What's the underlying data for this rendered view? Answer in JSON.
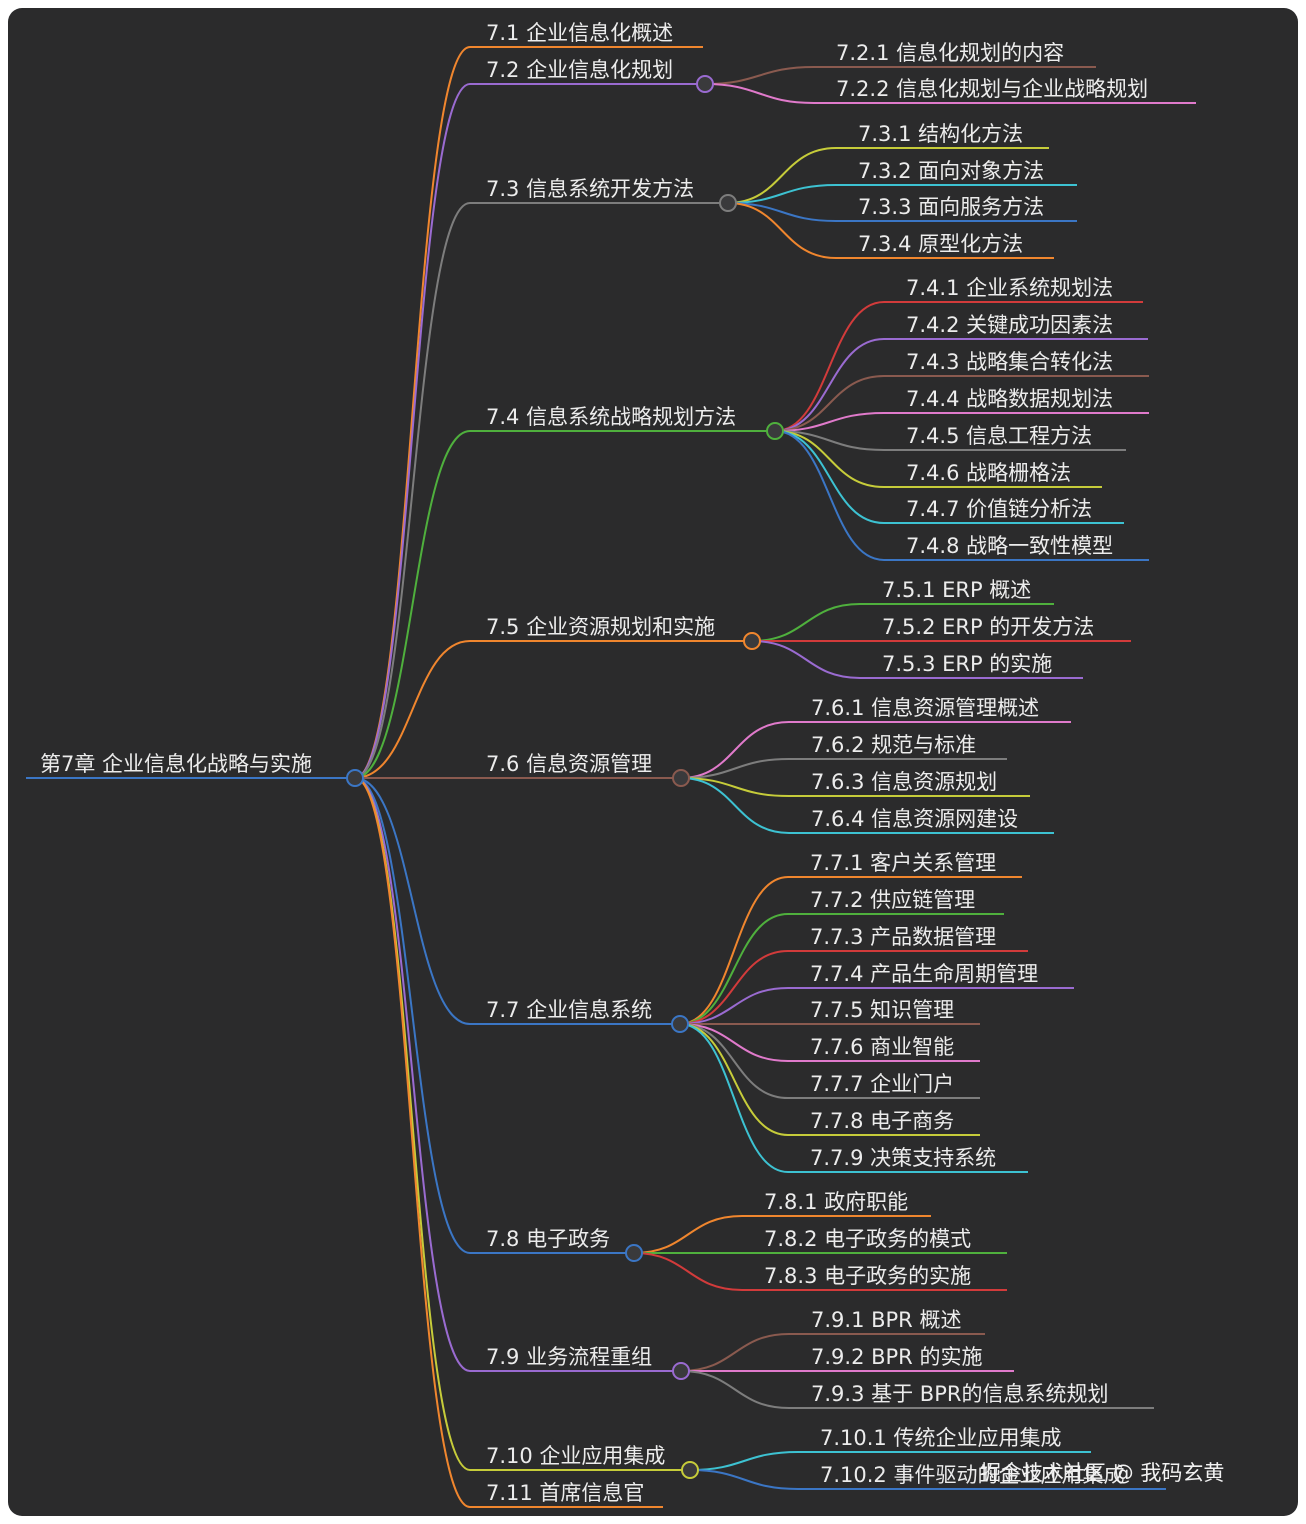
{
  "root": {
    "label": "第7章 企业信息化战略与实施",
    "color": "#3b76c5"
  },
  "sections": [
    {
      "label": "7.1 企业信息化概述",
      "color": "#f0862e",
      "children": []
    },
    {
      "label": "7.2 企业信息化规划",
      "color": "#9a6bd1",
      "children": [
        {
          "label": "7.2.1 信息化规划的内容",
          "color": "#8a5a4f"
        },
        {
          "label": "7.2.2 信息化规划与企业战略规划",
          "color": "#e07acb"
        }
      ]
    },
    {
      "label": "7.3 信息系统开发方法",
      "color": "#7d7d7d",
      "children": [
        {
          "label": "7.3.1 结构化方法",
          "color": "#c6cc3a"
        },
        {
          "label": "7.3.2 面向对象方法",
          "color": "#3dc2d2"
        },
        {
          "label": "7.3.3 面向服务方法",
          "color": "#3b76c5"
        },
        {
          "label": "7.3.4 原型化方法",
          "color": "#f0862e"
        }
      ]
    },
    {
      "label": "7.4 信息系统战略规划方法",
      "color": "#4fb03d",
      "children": [
        {
          "label": "7.4.1 企业系统规划法",
          "color": "#d23b3b"
        },
        {
          "label": "7.4.2 关键成功因素法",
          "color": "#9a6bd1"
        },
        {
          "label": "7.4.3 战略集合转化法",
          "color": "#8a5a4f"
        },
        {
          "label": "7.4.4 战略数据规划法",
          "color": "#e07acb"
        },
        {
          "label": "7.4.5 信息工程方法",
          "color": "#7d7d7d"
        },
        {
          "label": "7.4.6 战略栅格法",
          "color": "#c6cc3a"
        },
        {
          "label": "7.4.7 价值链分析法",
          "color": "#3dc2d2"
        },
        {
          "label": "7.4.8 战略一致性模型",
          "color": "#3b76c5"
        }
      ]
    },
    {
      "label": "7.5 企业资源规划和实施",
      "color": "#f0862e",
      "children": [
        {
          "label": "7.5.1 ERP 概述",
          "color": "#4fb03d"
        },
        {
          "label": "7.5.2 ERP 的开发方法",
          "color": "#d23b3b"
        },
        {
          "label": "7.5.3 ERP 的实施",
          "color": "#9a6bd1"
        }
      ]
    },
    {
      "label": "7.6 信息资源管理",
      "color": "#8a5a4f",
      "children": [
        {
          "label": "7.6.1 信息资源管理概述",
          "color": "#e07acb"
        },
        {
          "label": "7.6.2 规范与标准",
          "color": "#7d7d7d"
        },
        {
          "label": "7.6.3 信息资源规划",
          "color": "#c6cc3a"
        },
        {
          "label": "7.6.4 信息资源网建设",
          "color": "#3dc2d2"
        }
      ]
    },
    {
      "label": "7.7 企业信息系统",
      "color": "#3b76c5",
      "children": [
        {
          "label": "7.7.1 客户关系管理",
          "color": "#f0862e"
        },
        {
          "label": "7.7.2 供应链管理",
          "color": "#4fb03d"
        },
        {
          "label": "7.7.3 产品数据管理",
          "color": "#d23b3b"
        },
        {
          "label": "7.7.4 产品生命周期管理",
          "color": "#9a6bd1"
        },
        {
          "label": "7.7.5 知识管理",
          "color": "#8a5a4f"
        },
        {
          "label": "7.7.6 商业智能",
          "color": "#e07acb"
        },
        {
          "label": "7.7.7 企业门户",
          "color": "#7d7d7d"
        },
        {
          "label": "7.7.8 电子商务",
          "color": "#c6cc3a"
        },
        {
          "label": "7.7.9 决策支持系统",
          "color": "#3dc2d2"
        }
      ]
    },
    {
      "label": "7.8 电子政务",
      "color": "#3b76c5",
      "children": [
        {
          "label": "7.8.1 政府职能",
          "color": "#f0862e"
        },
        {
          "label": "7.8.2 电子政务的模式",
          "color": "#4fb03d"
        },
        {
          "label": "7.8.3 电子政务的实施",
          "color": "#d23b3b"
        }
      ]
    },
    {
      "label": "7.9 业务流程重组",
      "color": "#9a6bd1",
      "children": [
        {
          "label": "7.9.1 BPR 概述",
          "color": "#8a5a4f"
        },
        {
          "label": "7.9.2 BPR 的实施",
          "color": "#e07acb"
        },
        {
          "label": "7.9.3 基于 BPR的信息系统规划",
          "color": "#7d7d7d"
        }
      ]
    },
    {
      "label": "7.10 企业应用集成",
      "color": "#c6cc3a",
      "children": [
        {
          "label": "7.10.1 传统企业应用集成",
          "color": "#3dc2d2"
        },
        {
          "label": "7.10.2 事件驱动的企业应用集成",
          "color": "#3b76c5"
        }
      ]
    },
    {
      "label": "7.11 首席信息官",
      "color": "#f0862e",
      "children": []
    }
  ],
  "watermark": "掘金技术社区 @ 我码玄黄"
}
